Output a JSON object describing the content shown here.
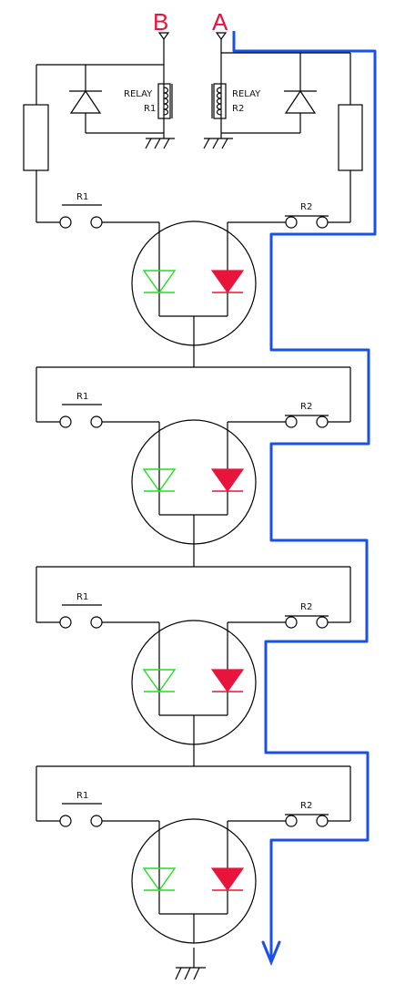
{
  "terminals": {
    "b": "B",
    "a": "A",
    "terminal_color": "#e8143c"
  },
  "relays": [
    {
      "coil_label": "RELAY",
      "name": "R1"
    },
    {
      "coil_label": "RELAY",
      "name": "R2"
    }
  ],
  "contacts": {
    "left": "R1",
    "right": "R2"
  },
  "stage_count": 4,
  "colors": {
    "wire": "#000000",
    "led_green": "#22dd22",
    "led_red": "#e8143c",
    "path": "#1a50e6"
  },
  "icons": [
    "ground-icon",
    "diode-icon",
    "resistor-icon",
    "relay-coil-icon",
    "switch-contact-icon",
    "bicolor-led-icon",
    "arrow-down-icon"
  ]
}
